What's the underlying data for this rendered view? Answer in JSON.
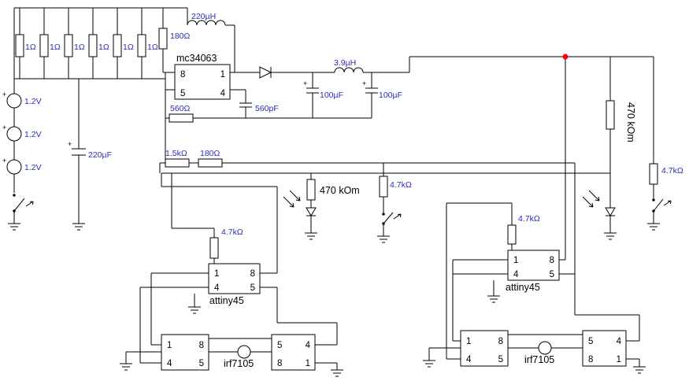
{
  "colors": {
    "background": "#ffffff",
    "wire": "#000000",
    "label_blue": "#2b2bbe",
    "label_black": "#000000",
    "junction_dot": "#ff0000"
  },
  "symbols": {
    "plus": "+"
  },
  "power": {
    "battery_cells": [
      "1.2V",
      "1.2V",
      "1.2V"
    ],
    "input_cap": "220µF",
    "resistor_bank": [
      "1Ω",
      "1Ω",
      "1Ω",
      "1Ω",
      "1Ω",
      "1Ω"
    ],
    "boost_inductor": "220µH",
    "base_resistor": "180Ω",
    "ic": {
      "label": "mc34063",
      "pins": [
        "8",
        "1",
        "5",
        "4"
      ]
    },
    "timing_resistor": "560Ω",
    "timing_cap": "560pF",
    "filter_inductor": "3.9µH",
    "output_caps": [
      "100µF",
      "100µF"
    ]
  },
  "divider": {
    "r1": "1.5kΩ",
    "r2": "180Ω"
  },
  "sensors": {
    "mid_resistor": "470 kOm",
    "mid_pull": "4.7kΩ",
    "right_resistor": "470 kOm",
    "right_pull": "4.7kΩ"
  },
  "channel1": {
    "pullup": "4.7kΩ",
    "mcu": {
      "label": "attiny45",
      "pins": [
        "1",
        "8",
        "4",
        "5"
      ]
    },
    "driver": {
      "label": "irf7105",
      "a_pins": [
        "1",
        "8",
        "4",
        "5"
      ],
      "b_pins": [
        "5",
        "4",
        "8",
        "1"
      ]
    }
  },
  "channel2": {
    "pullup": "4.7kΩ",
    "mcu": {
      "label": "attiny45",
      "pins": [
        "1",
        "8",
        "4",
        "5"
      ]
    },
    "driver": {
      "label": "irf7105",
      "a_pins": [
        "1",
        "8",
        "4",
        "5"
      ],
      "b_pins": [
        "5",
        "4",
        "8",
        "1"
      ]
    }
  }
}
